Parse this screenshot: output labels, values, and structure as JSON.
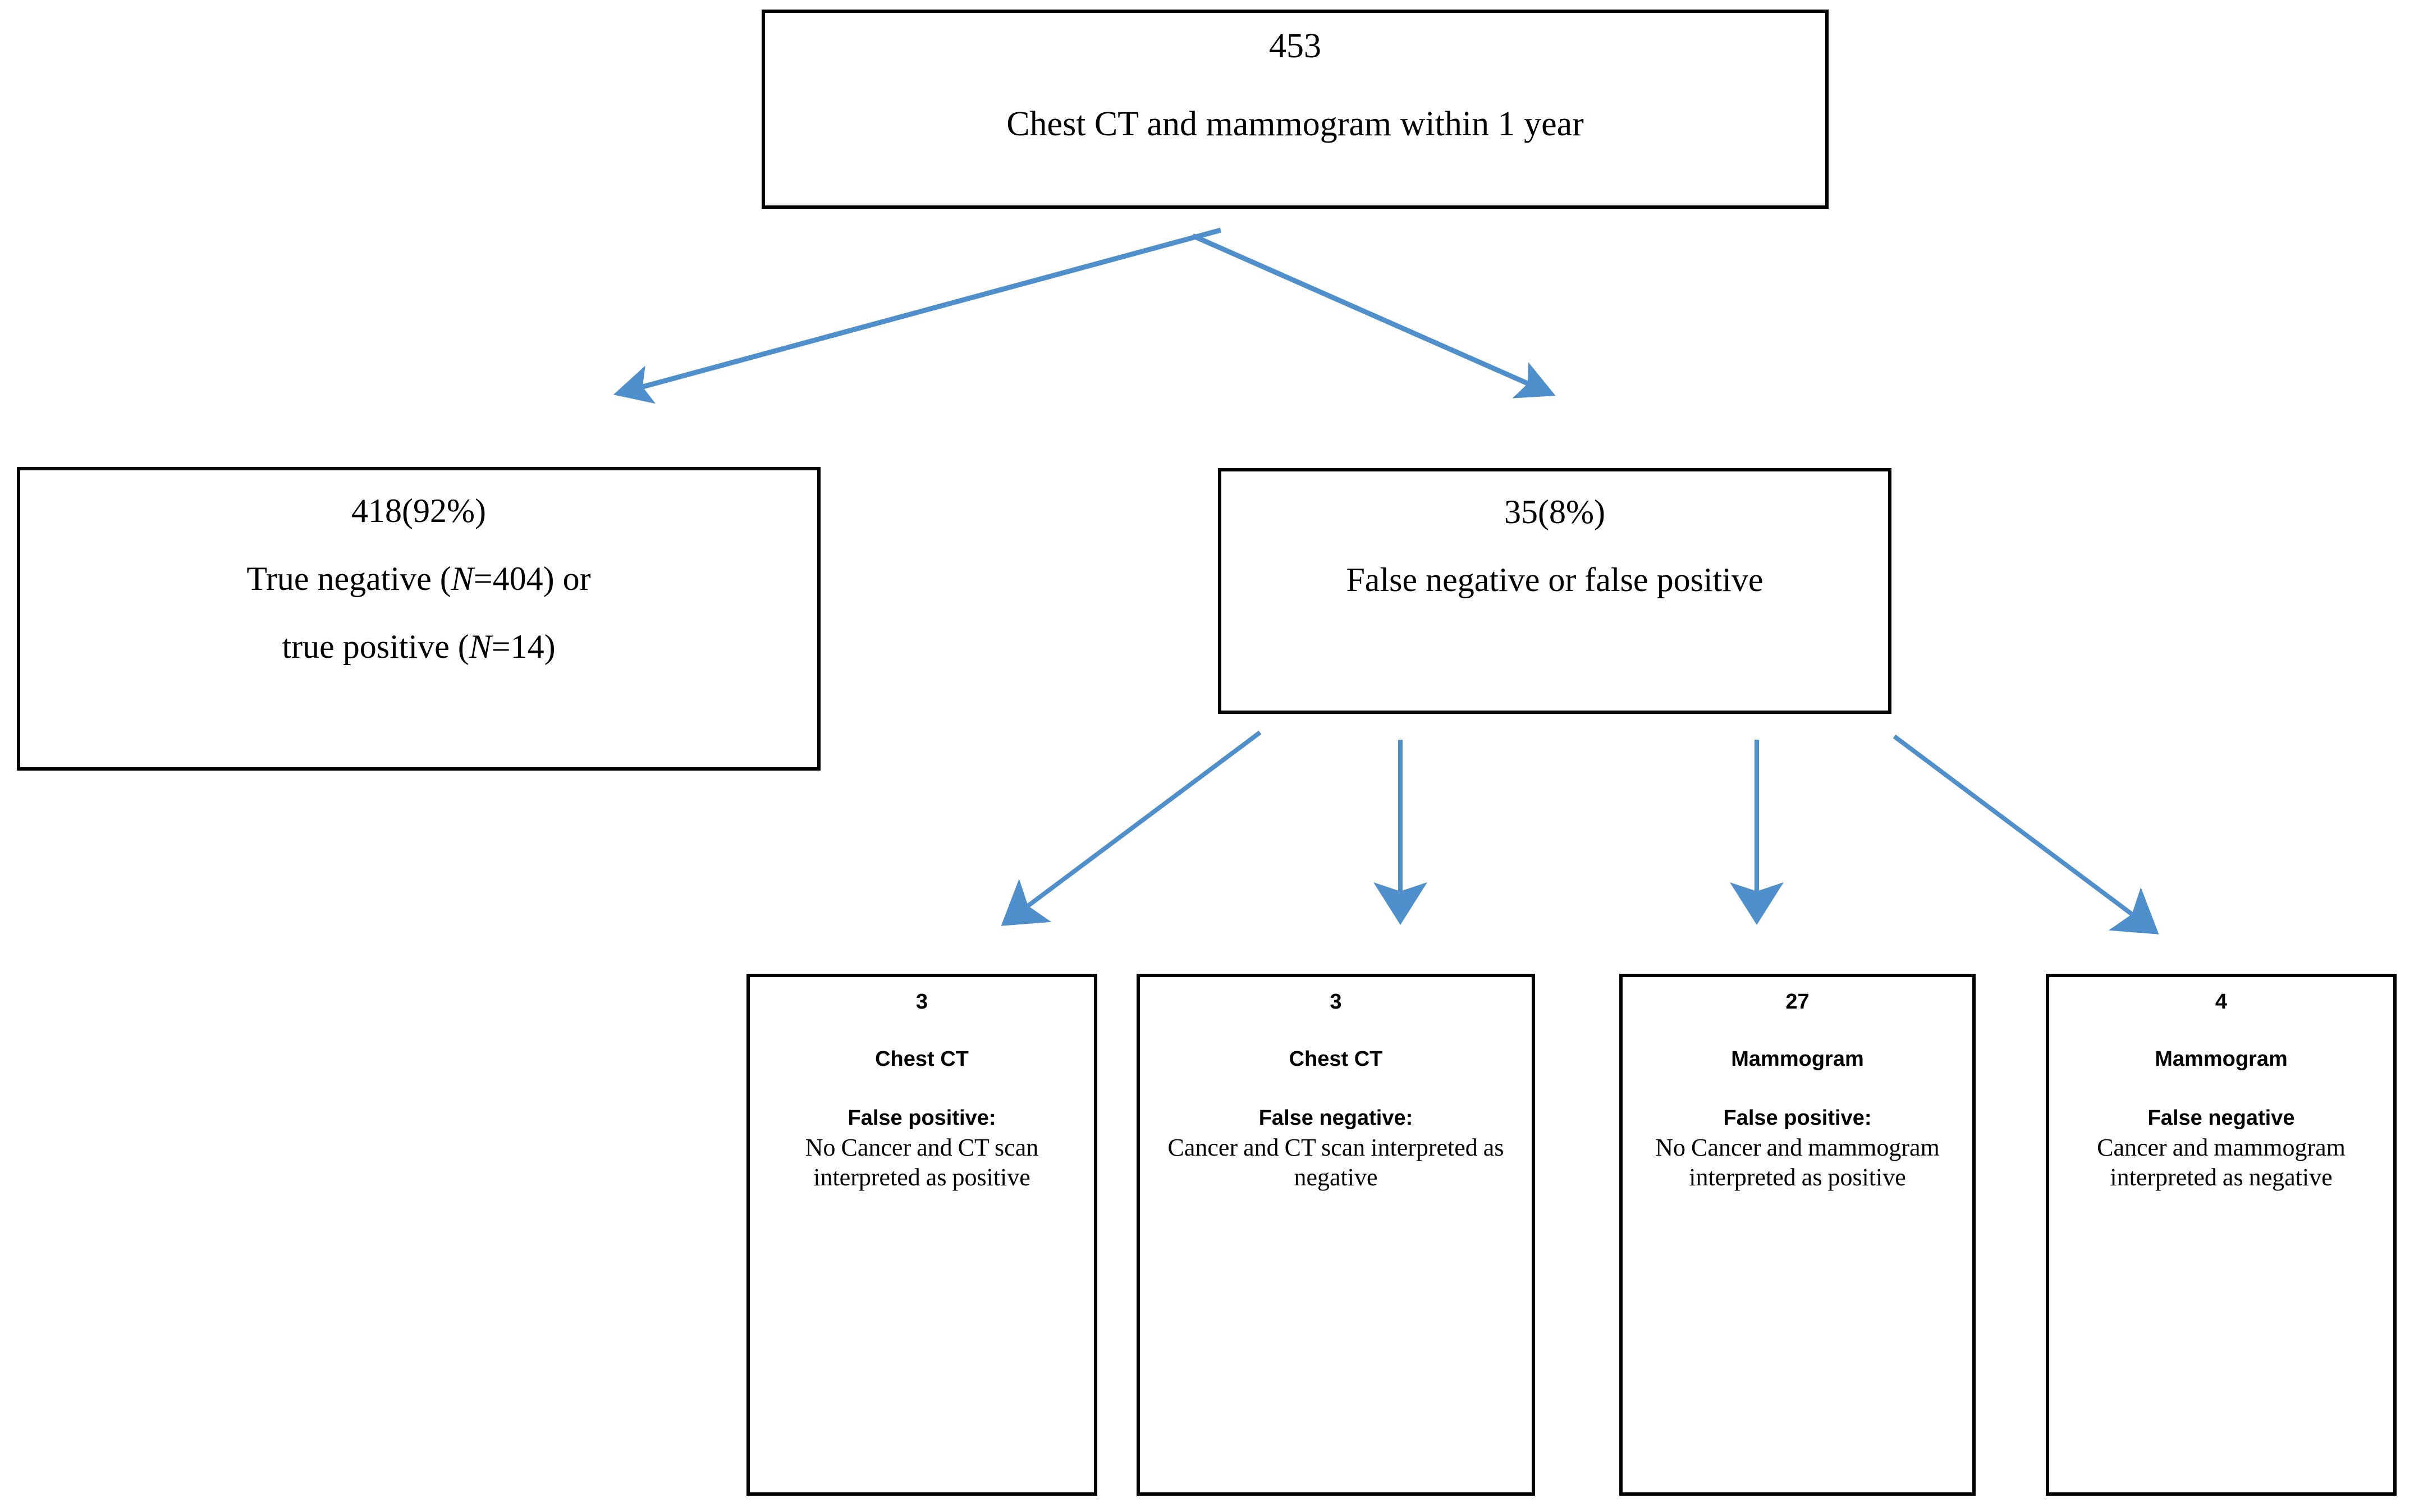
{
  "diagram": {
    "type": "flowchart",
    "title": "Chest CT and mammogram concordance flow",
    "arrow_color": "#4F8FCB",
    "box_border_color": "#000000",
    "background": "#FFFFFF"
  },
  "root": {
    "count": "453",
    "label": "Chest CT and mammogram within 1 year"
  },
  "level2": {
    "true_group": {
      "count": "418(92%)",
      "line1_pre": "True negative (",
      "line1_italic": "N",
      "line1_post": "=404) or",
      "line2_pre": "true positive (",
      "line2_italic": "N",
      "line2_post": "=14)"
    },
    "false_group": {
      "count": "35(8%)",
      "label": "False negative or false positive"
    }
  },
  "leaves": [
    {
      "count": "3",
      "modality": "Chest CT",
      "verdict": "False positive:",
      "detail": "No Cancer and CT scan interpreted as positive"
    },
    {
      "count": "3",
      "modality": "Chest CT",
      "verdict": "False negative:",
      "detail": "Cancer and CT scan interpreted as negative"
    },
    {
      "count": "27",
      "modality": "Mammogram",
      "verdict": "False positive:",
      "detail": "No Cancer and mammogram interpreted as positive"
    },
    {
      "count": "4",
      "modality": "Mammogram",
      "verdict": "False negative",
      "detail": "Cancer and mammogram interpreted as negative"
    }
  ]
}
